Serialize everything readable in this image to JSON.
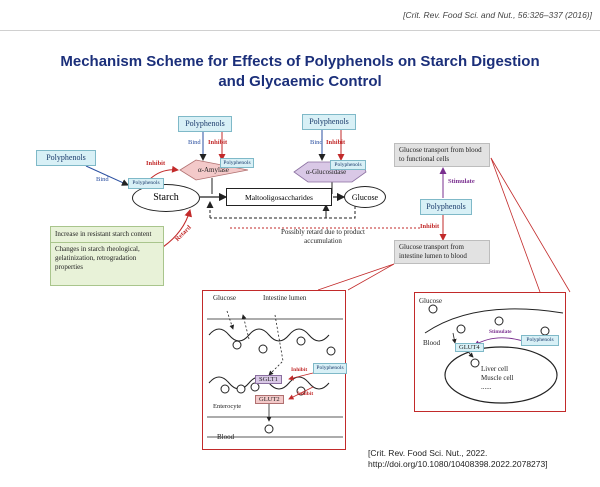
{
  "citation_top": "[Crit. Rev. Food Sci. and Nut., 56:326–337 (2016)]",
  "title_line1": "Mechanism Scheme for Effects of Polyphenols on Starch Digestion",
  "title_line2": "and Glycaemic Control",
  "nodes": {
    "starch": "Starch",
    "maltooligo": "Maltooligosaccharides",
    "glucose": "Glucose",
    "alpha_amylase": "α-Amylase",
    "alpha_glucosidase": "α-Glucosidase"
  },
  "polyphenols_label": "Polyphenols",
  "verbs": {
    "bind": "Bind",
    "inhibit": "Inhibit",
    "retard": "Retard",
    "stimulate": "Stimulate"
  },
  "starch_effects": {
    "item1": "Increase in resistant starch content",
    "item2": "Changes in starch rheological, gelatinization, retrogradation properties"
  },
  "retard_note": "Possibly retard due to product accumulation",
  "transport_top": "Glucose transport from blood to functional cells",
  "transport_bottom": "Glucose transport from intestine lumen to blood",
  "inset_left": {
    "glucose": "Glucose",
    "lumen": "Intestine lumen",
    "sglt1": "SGLT1",
    "glut2": "GLUT2",
    "enterocyte": "Enterocyte",
    "blood": "Blood"
  },
  "inset_right": {
    "glucose": "Glucose",
    "blood": "Blood",
    "glut4": "GLUT4",
    "cell_line1": "Liver cell",
    "cell_line2": "Muscle cell",
    "dots": "......"
  },
  "citation_bottom_line1": "[Crit. Rev. Food Sci. Nut., 2022.",
  "citation_bottom_line2": "http://doi.org/10.1080/10408398.2022.2078273]",
  "colors": {
    "title": "#1b2f7a",
    "inhibit": "#c22a2a",
    "bind": "#2a4fa0",
    "stimulate": "#7a2f8f",
    "polyphenol_box": "#d8f0f6",
    "enzyme_fill": "#f3c9c9",
    "glucosidase_fill": "#d9c8e6",
    "inset_border": "#c22a2a"
  }
}
